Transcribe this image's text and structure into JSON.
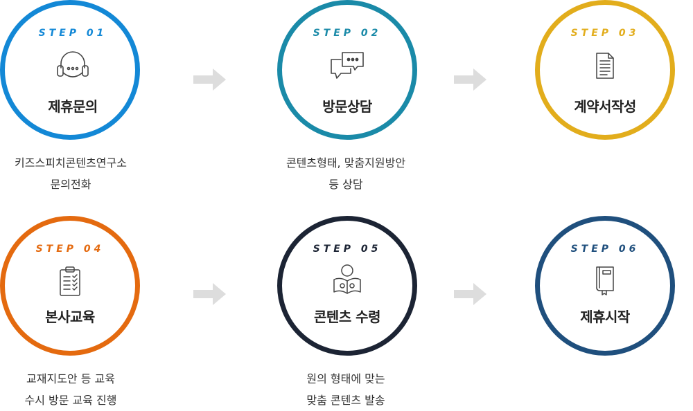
{
  "colors": {
    "step1": "#1388d6",
    "step2": "#1a8aa8",
    "step3": "#e2ad1c",
    "step4": "#e46a0f",
    "step5": "#1c2434",
    "step6": "#1f4f7d",
    "arrow": "#dddddd"
  },
  "steps": [
    {
      "label": "STEP 01",
      "title": "제휴문의",
      "icon": "headset-icon",
      "desc": [
        "키즈스피치콘텐츠연구소",
        "문의전화"
      ]
    },
    {
      "label": "STEP 02",
      "title": "방문상담",
      "icon": "chat-bubbles-icon",
      "desc": [
        "콘텐츠형태, 맞춤지원방안",
        "등 상담"
      ]
    },
    {
      "label": "STEP 03",
      "title": "계약서작성",
      "icon": "document-icon",
      "desc": []
    },
    {
      "label": "STEP 04",
      "title": "본사교육",
      "icon": "clipboard-checklist-icon",
      "desc": [
        "교재지도안 등 교육",
        "수시 방문 교육 진행"
      ]
    },
    {
      "label": "STEP 05",
      "title": "콘텐츠 수령",
      "icon": "reading-person-icon",
      "desc": [
        "원의 형태에 맞는",
        "맞춤 콘텐츠 발송"
      ]
    },
    {
      "label": "STEP 06",
      "title": "제휴시작",
      "icon": "book-icon",
      "desc": []
    }
  ]
}
